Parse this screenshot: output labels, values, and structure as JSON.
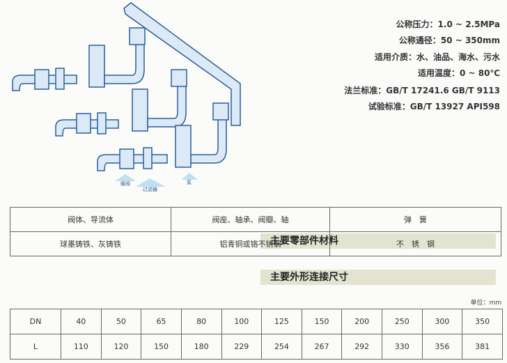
{
  "specs": [
    "公称压力：1.0 ~ 2.5MPa",
    "公称通径：50 ~ 350mm",
    "适用介质：水、油品、海水、污水",
    "适用温度：0 ~ 80℃",
    "法兰标准：GB/T 17241.6  GB/T 9113",
    "试验标准：GB/T 13927 API598"
  ],
  "diagram": {
    "labels": [
      "蝶阀",
      "过滤器",
      "泵"
    ]
  },
  "materials": {
    "title": "主要零部件材料",
    "headers": [
      "阀体、导流体",
      "阀座、轴承、阀瓣、轴",
      "弹　簧"
    ],
    "values": [
      "球墨铸铁、灰铸铁",
      "铝青铜或铬不锈钢",
      "不　锈　钢"
    ]
  },
  "dimensions": {
    "title": "主要外形连接尺寸",
    "unit": "单位：mm",
    "rows": [
      {
        "label": "DN",
        "values": [
          "40",
          "50",
          "65",
          "80",
          "100",
          "125",
          "150",
          "200",
          "250",
          "300",
          "350"
        ]
      },
      {
        "label": "L",
        "values": [
          "110",
          "120",
          "150",
          "180",
          "229",
          "254",
          "267",
          "292",
          "330",
          "356",
          "381"
        ]
      }
    ]
  }
}
